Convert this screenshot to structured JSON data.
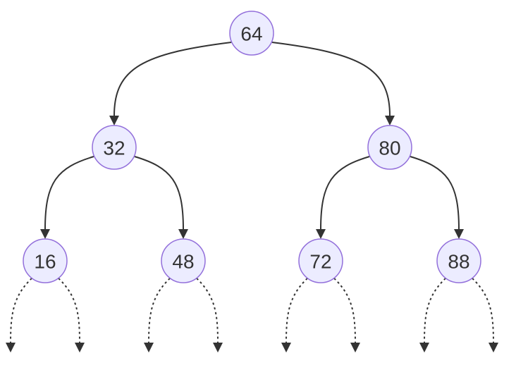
{
  "diagram": {
    "type": "binary-search-tree",
    "nodes": [
      {
        "id": "n64",
        "label": "64"
      },
      {
        "id": "n32",
        "label": "32"
      },
      {
        "id": "n80",
        "label": "80"
      },
      {
        "id": "n16",
        "label": "16"
      },
      {
        "id": "n48",
        "label": "48"
      },
      {
        "id": "n72",
        "label": "72"
      },
      {
        "id": "n88",
        "label": "88"
      }
    ],
    "edges": [
      {
        "from": "64",
        "to": "32",
        "style": "solid"
      },
      {
        "from": "64",
        "to": "80",
        "style": "solid"
      },
      {
        "from": "32",
        "to": "16",
        "style": "solid"
      },
      {
        "from": "32",
        "to": "48",
        "style": "solid"
      },
      {
        "from": "80",
        "to": "72",
        "style": "solid"
      },
      {
        "from": "80",
        "to": "88",
        "style": "solid"
      },
      {
        "from": "16",
        "to": "empty",
        "style": "dashed"
      },
      {
        "from": "16",
        "to": "empty",
        "style": "dashed"
      },
      {
        "from": "48",
        "to": "empty",
        "style": "dashed"
      },
      {
        "from": "48",
        "to": "empty",
        "style": "dashed"
      },
      {
        "from": "72",
        "to": "empty",
        "style": "dashed"
      },
      {
        "from": "72",
        "to": "empty",
        "style": "dashed"
      },
      {
        "from": "88",
        "to": "empty",
        "style": "dashed"
      },
      {
        "from": "88",
        "to": "empty",
        "style": "dashed"
      }
    ],
    "colors": {
      "node_fill": "#ECECFF",
      "node_stroke": "#9370DB",
      "edge": "#333333",
      "text": "#333333"
    }
  }
}
